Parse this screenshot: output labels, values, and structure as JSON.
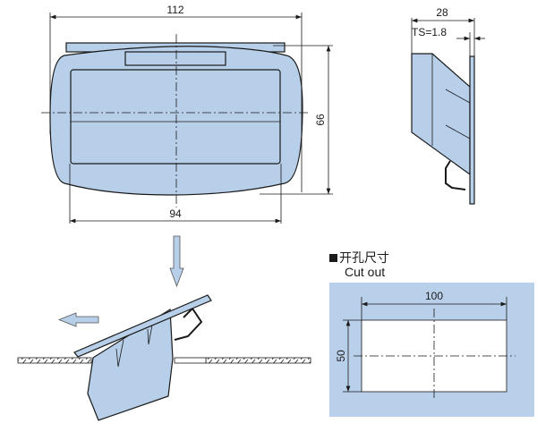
{
  "front_view": {
    "width_label": "112",
    "height_label": "66",
    "inner_width_label": "94"
  },
  "side_view": {
    "depth_label": "28",
    "thickness_label": "TS=1.8"
  },
  "cutout": {
    "title_cn": "开孔尺寸",
    "title_en": "Cut out",
    "width_label": "100",
    "height_label": "50"
  },
  "colors": {
    "part_fill": "#b7cfe9",
    "cutout_bg": "#b9d0ea",
    "line": "#1a1a1a"
  }
}
